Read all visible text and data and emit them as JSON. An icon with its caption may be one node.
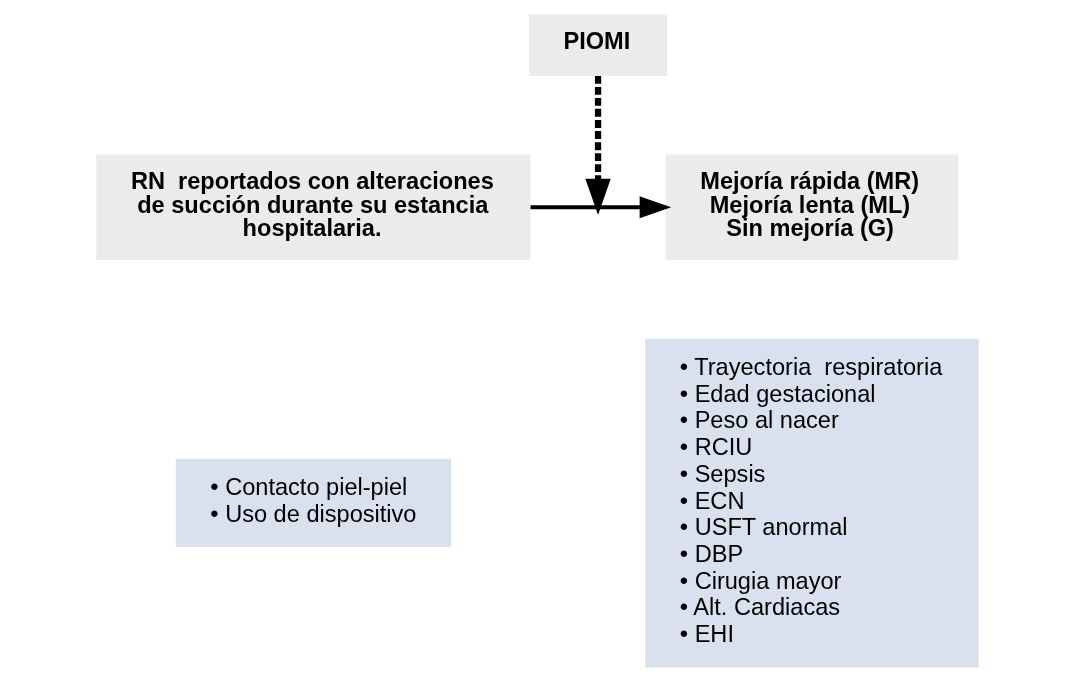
{
  "diagram": {
    "nodes": [
      {
        "text": [
          "RN  reportados con alteraciones de succión durante su estancia hospitalaria."
        ]
      },
      {
        "text": [
          "Mejoría rápida (MR)",
          "Mejoría lenta (ML)",
          "Sin mejoría (G)"
        ]
      },
      {
        "text": [
          "PIOMI"
        ]
      },
      {
        "text": [
          "• Contacto piel-piel",
          "• Uso de dispositivo"
        ]
      },
      {
        "text": [
          "• Trayectoria  respiratoria",
          "• Edad gestacional",
          "• Peso al nacer",
          "• RCIU",
          "• Sepsis",
          "• ECN",
          "• USFT anormal",
          "• DBP",
          "• Cirugia mayor",
          "• Alt. Cardiacas",
          "• EHI"
        ]
      }
    ],
    "edges": [
      {
        "from": 0,
        "to": 1,
        "arrow": "to"
      },
      {
        "from": 2,
        "to": null,
        "arrow": "to",
        "style": "dashed"
      }
    ]
  }
}
